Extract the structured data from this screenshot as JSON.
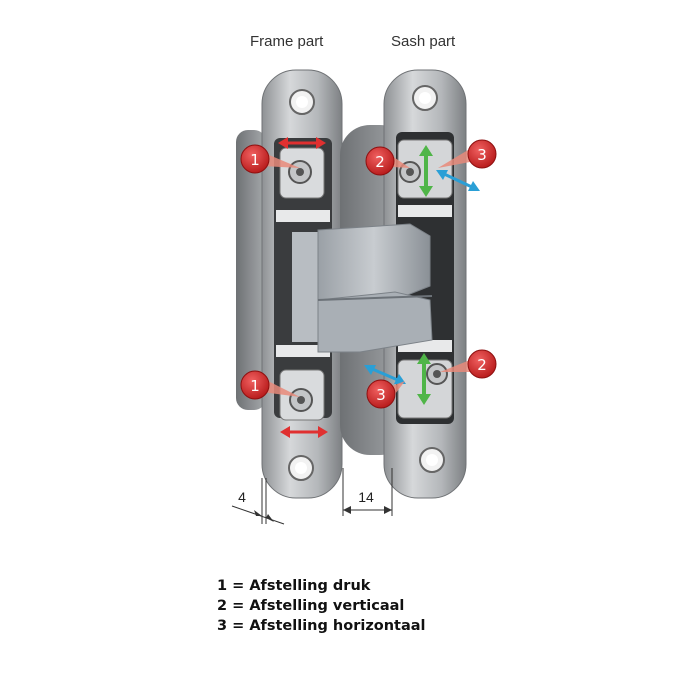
{
  "labels": {
    "frame_part": "Frame part",
    "sash_part": "Sash part"
  },
  "callouts": {
    "one": "1",
    "two": "2",
    "three": "3"
  },
  "dimensions": {
    "left": "4",
    "right": "14"
  },
  "legend": [
    {
      "text": "1 = Afstelling druk"
    },
    {
      "text": "2 = Afstelling verticaal"
    },
    {
      "text": "3 = Afstelling horizontaal"
    }
  ],
  "colors": {
    "callout_red": "#d42a2a",
    "arrow_red": "#e03030",
    "arrow_green": "#4fb548",
    "arrow_blue": "#2a9fd6",
    "metal": "#b9bcbf"
  }
}
